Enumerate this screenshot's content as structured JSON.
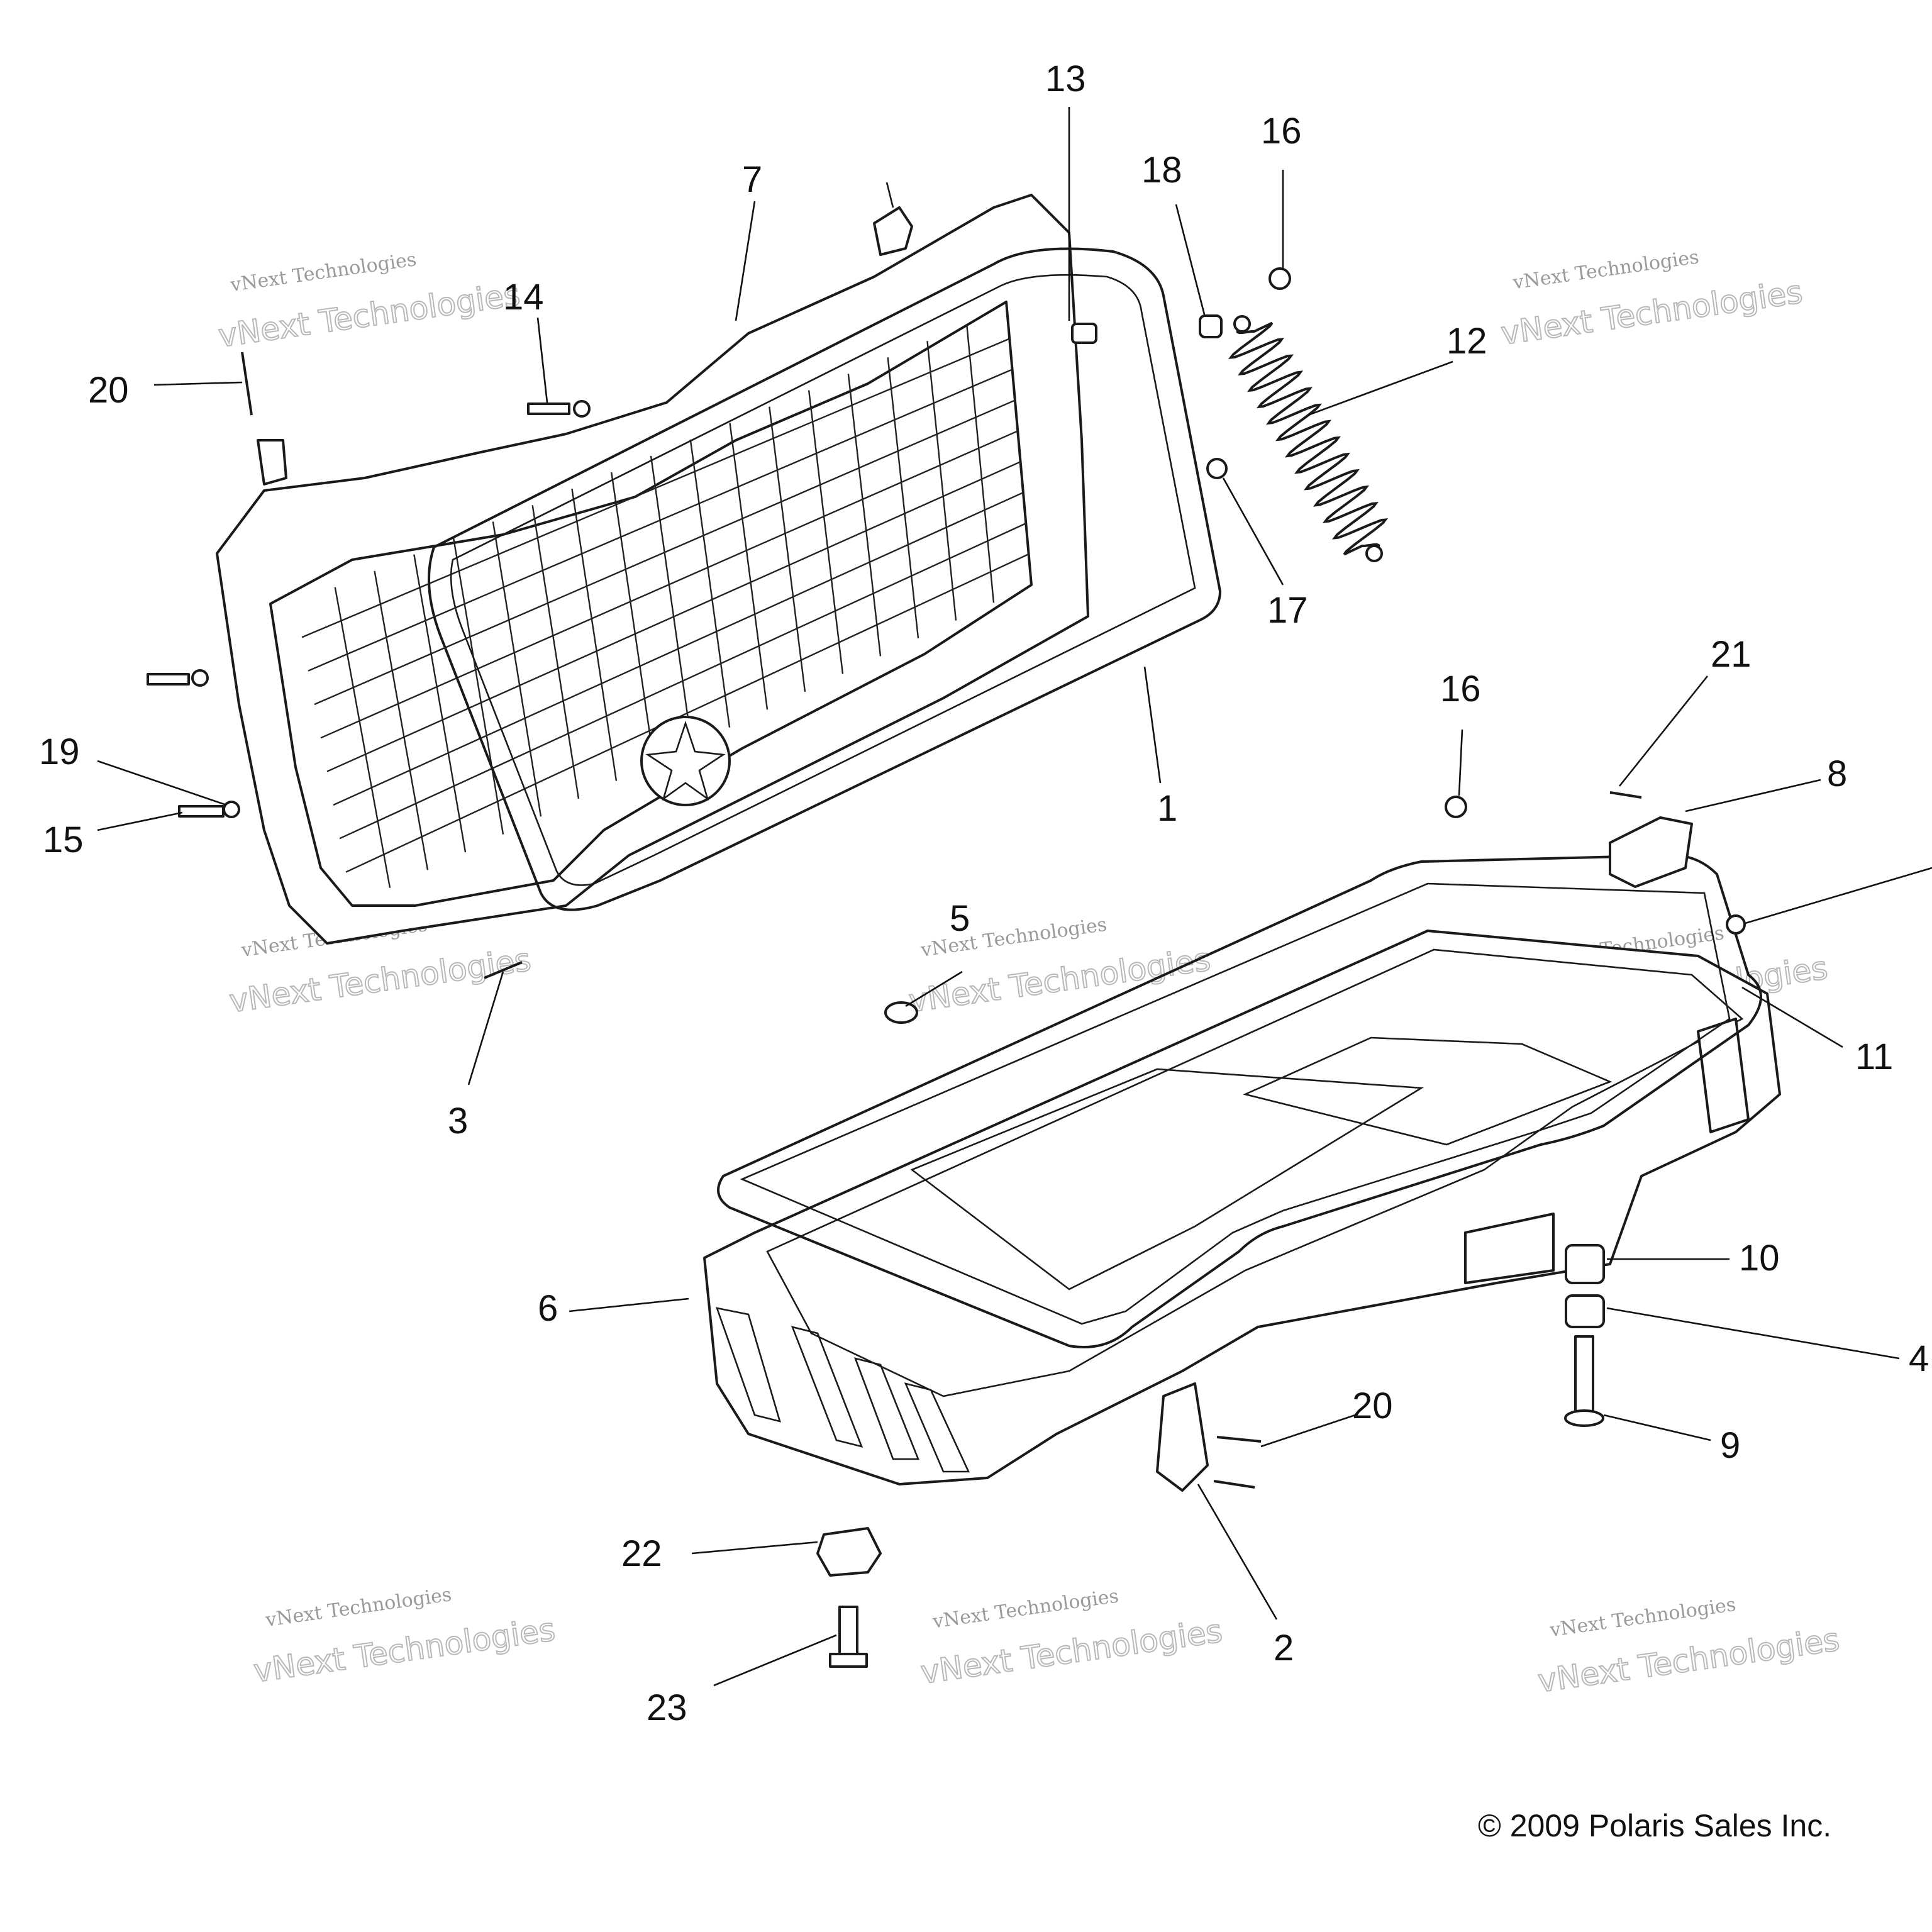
{
  "diagram": {
    "callouts": [
      {
        "id": "1",
        "label": "1"
      },
      {
        "id": "2",
        "label": "2"
      },
      {
        "id": "3",
        "label": "3"
      },
      {
        "id": "4",
        "label": "4"
      },
      {
        "id": "5",
        "label": "5"
      },
      {
        "id": "6",
        "label": "6"
      },
      {
        "id": "7",
        "label": "7"
      },
      {
        "id": "8",
        "label": "8"
      },
      {
        "id": "9",
        "label": "9"
      },
      {
        "id": "10",
        "label": "10"
      },
      {
        "id": "11",
        "label": "11"
      },
      {
        "id": "12",
        "label": "12"
      },
      {
        "id": "13",
        "label": "13"
      },
      {
        "id": "14",
        "label": "14"
      },
      {
        "id": "15",
        "label": "15"
      },
      {
        "id": "16a",
        "label": "16"
      },
      {
        "id": "16b",
        "label": "16"
      },
      {
        "id": "17",
        "label": "17"
      },
      {
        "id": "18",
        "label": "18"
      },
      {
        "id": "19",
        "label": "19"
      },
      {
        "id": "20a",
        "label": "20"
      },
      {
        "id": "20b",
        "label": "20"
      },
      {
        "id": "21",
        "label": "21"
      },
      {
        "id": "22",
        "label": "22"
      },
      {
        "id": "23",
        "label": "23"
      }
    ],
    "watermark": {
      "line1": "vNext Technologies",
      "line2": "vNext Technologies"
    },
    "copyright": "© 2009 Polaris Sales Inc."
  }
}
